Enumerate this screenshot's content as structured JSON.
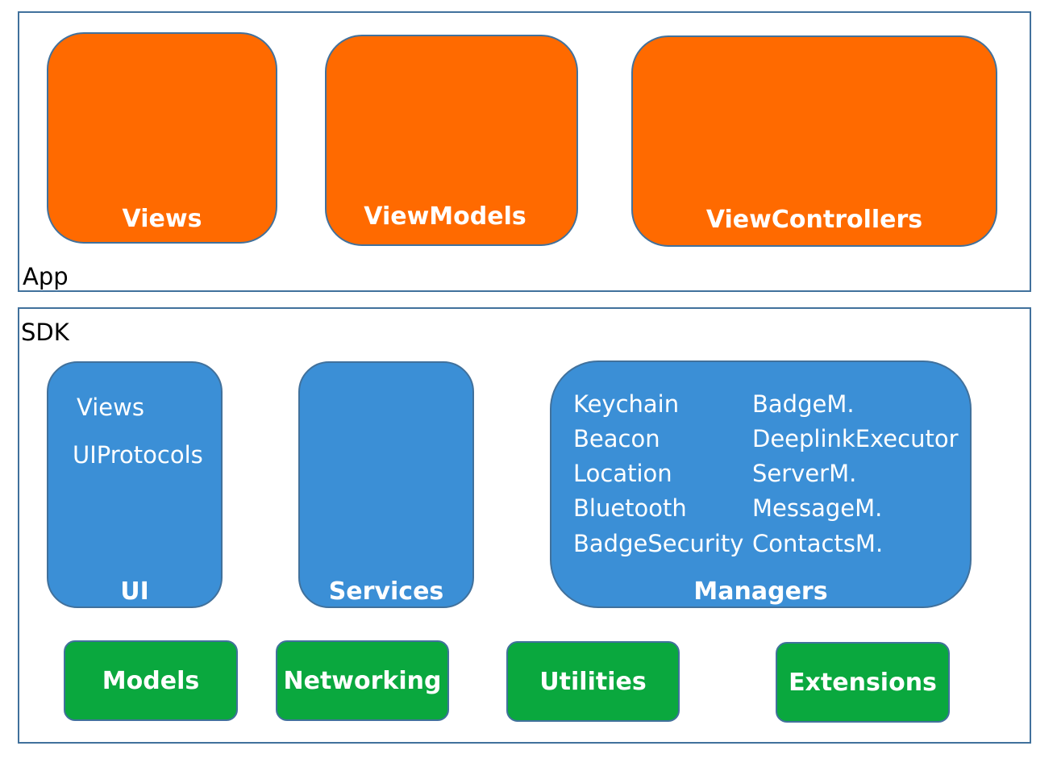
{
  "app": {
    "label": "App",
    "components": [
      {
        "label": "Views"
      },
      {
        "label": "ViewModels"
      },
      {
        "label": "ViewControllers"
      }
    ]
  },
  "sdk": {
    "label": "SDK",
    "ui": {
      "title": "UI",
      "items": [
        "Views",
        "UIProtocols"
      ]
    },
    "services": {
      "title": "Services"
    },
    "managers": {
      "title": "Managers",
      "left_items": [
        "Keychain",
        "Beacon",
        "Location",
        "Bluetooth",
        "BadgeSecurity"
      ],
      "right_items": [
        "BadgeM.",
        "DeeplinkExecutor",
        "ServerM.",
        "MessageM.",
        "ContactsM."
      ]
    },
    "foundation": [
      {
        "label": "Models"
      },
      {
        "label": "Networking"
      },
      {
        "label": "Utilities"
      },
      {
        "label": "Extensions"
      }
    ]
  },
  "colors": {
    "app_layer": "#ff6a00",
    "sdk_layer": "#3b8fd6",
    "foundation_layer": "#0aa83e",
    "border": "#41719c"
  }
}
